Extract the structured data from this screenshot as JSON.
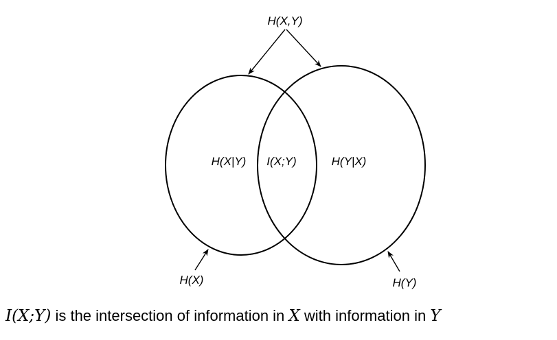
{
  "labels": {
    "joint_entropy": "H(X,Y)",
    "cond_x_given_y": "H(X|Y)",
    "mutual_info": "I(X;Y)",
    "cond_y_given_x": "H(Y|X)",
    "entropy_x": "H(X)",
    "entropy_y": "H(Y)"
  },
  "caption": {
    "math_lhs": "I(X;Y)",
    "text_1": " is the intersection of information in ",
    "math_x": "X",
    "text_2": " with information in ",
    "math_y": "Y"
  }
}
